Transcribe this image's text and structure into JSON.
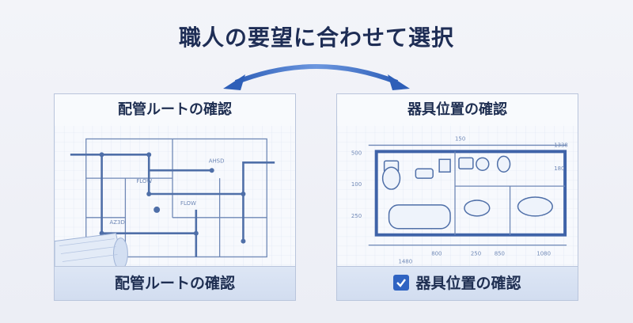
{
  "title": "職人の要望に合わせて選択",
  "colors": {
    "accent": "#3b6fc7",
    "ink": "#1f2f52",
    "footer_bg": "#d6e0f2"
  },
  "panels": {
    "left": {
      "header": "配管ルートの確認",
      "footer": "配管ルートの確認",
      "checked": false,
      "drawing_labels": [
        "FLOW",
        "AHSD",
        "FLOW",
        "AZ3D"
      ]
    },
    "right": {
      "header": "器具位置の確認",
      "footer": "器具位置の確認",
      "checked": true,
      "dimension_labels": [
        "500",
        "150",
        "100",
        "800",
        "1080",
        "1338",
        "1480",
        "250",
        "180",
        "850",
        "250"
      ]
    }
  },
  "icons": [
    "double-arrow-icon",
    "check-icon"
  ]
}
